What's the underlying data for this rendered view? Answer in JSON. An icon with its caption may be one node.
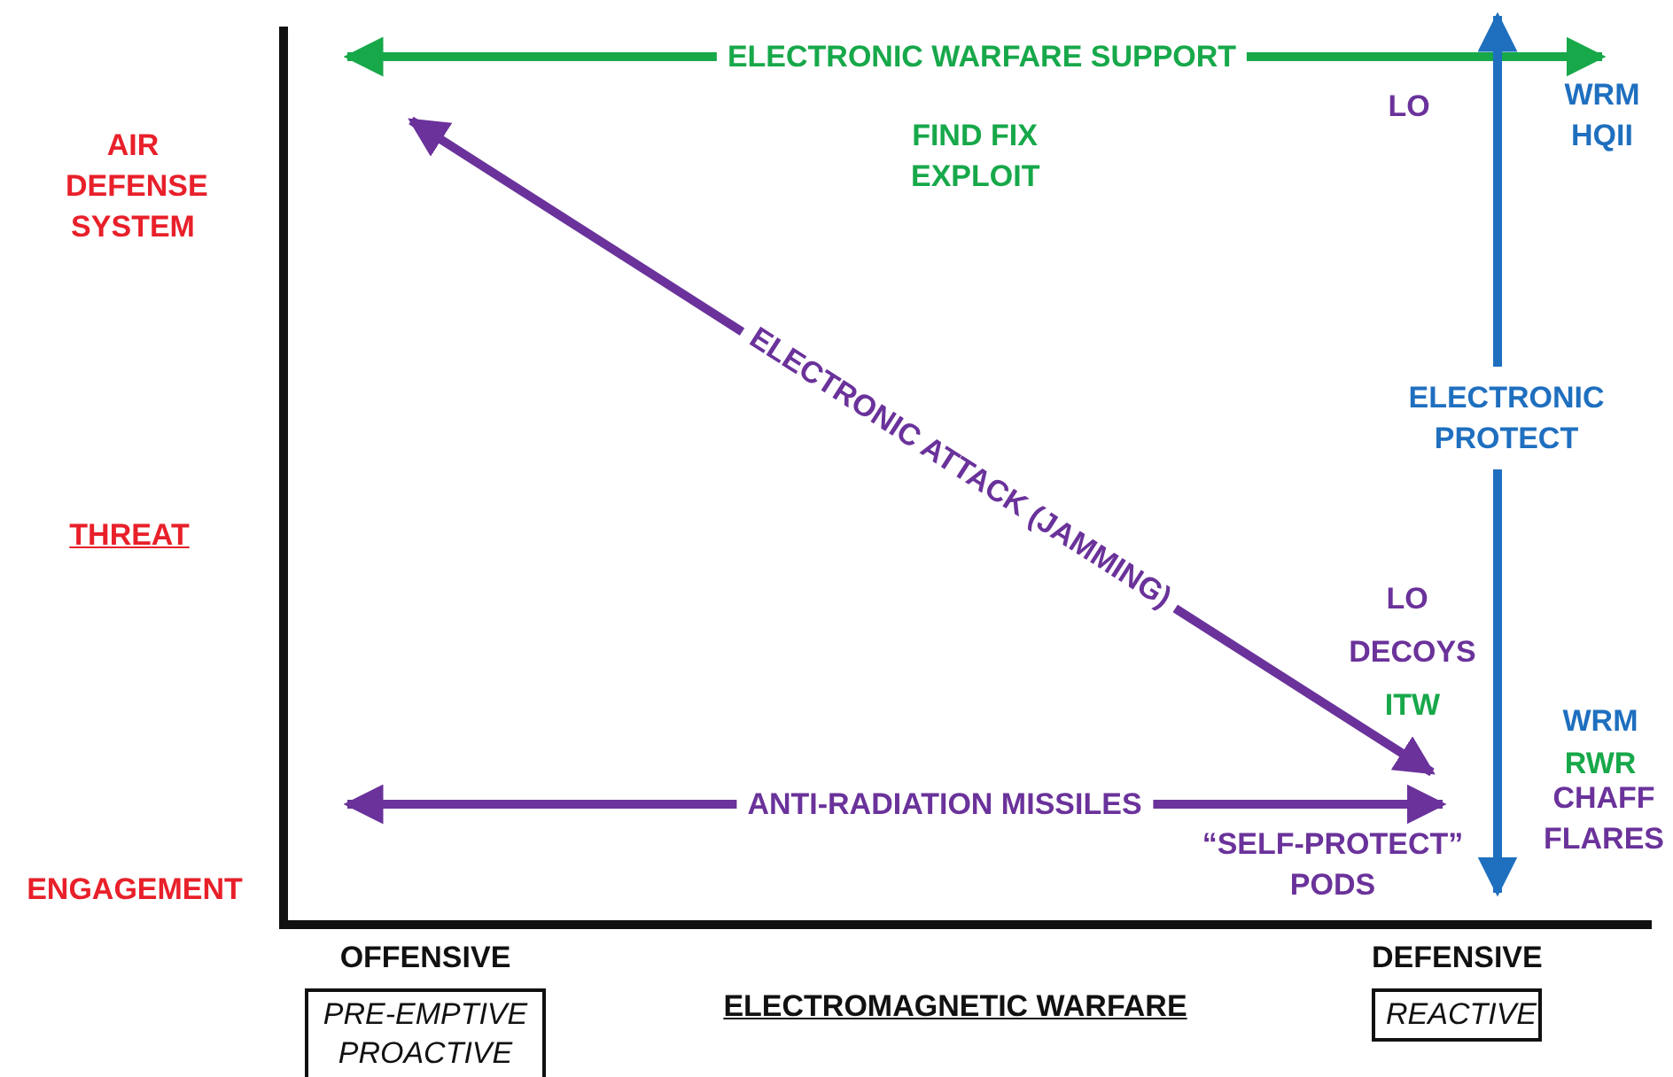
{
  "diagram": {
    "nodes": [
      {
        "text": [
          "OFFENSIVE",
          "PRE-EMPTIVE PROACTIVE"
        ]
      },
      {
        "text": [
          "DEFENSIVE",
          "REACTIVE"
        ]
      }
    ],
    "labels": [
      "ELECTRONIC WARFARE SUPPORT",
      "LO",
      "WRM HQII",
      "AIR DEFENSE SYSTEM",
      "FIND FIX EXPLOIT",
      "ELECTRONIC ATTACK (JAMMING)",
      "ELECTRONIC PROTECT",
      "THREAT",
      "LO",
      "DECOYS",
      "ITW",
      "WRM",
      "RWR",
      "CHAFF FLARES",
      "ANTI-RADIATION MISSILES",
      "“SELF-PROTECT” PODS",
      "ENGAGEMENT",
      "ELECTROMAGNETIC WARFARE"
    ]
  }
}
